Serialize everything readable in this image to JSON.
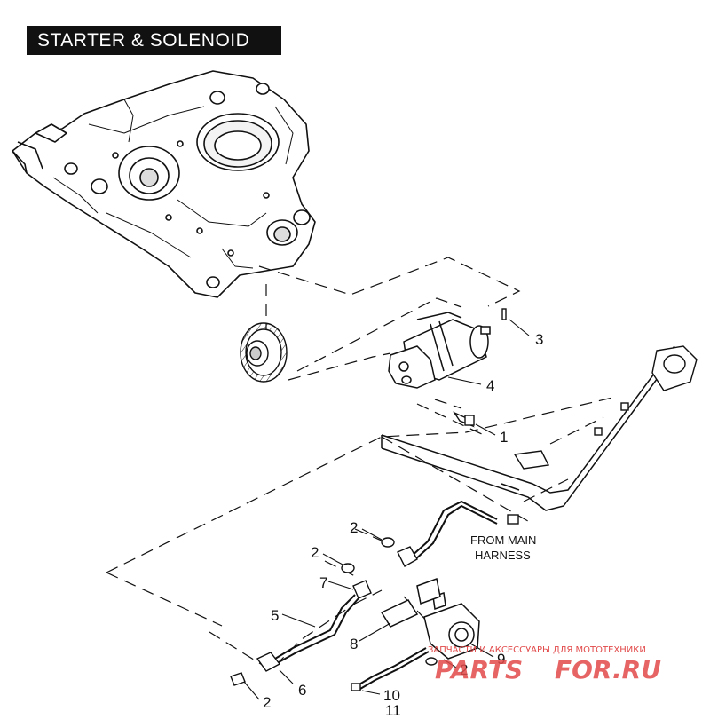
{
  "title": "STARTER & SOLENOID",
  "callouts": {
    "c1": "1",
    "c2a": "2",
    "c2b": "2",
    "c2c": "2",
    "c2d": "2",
    "c3": "3",
    "c4": "4",
    "c5": "5",
    "c6": "6",
    "c7": "7",
    "c8": "8",
    "c9": "9",
    "c10": "10",
    "c11": "11"
  },
  "harness_label": {
    "line1": "FROM MAIN",
    "line2": "HARNESS"
  },
  "watermark": {
    "tagline": "ЗАПЧАСТИ И АКСЕССУАРЫ ДЛЯ МОТОТЕХНИКИ",
    "brand_left": "PARTS",
    "brand_right": "FOR.RU",
    "color": "#e24a4a"
  }
}
